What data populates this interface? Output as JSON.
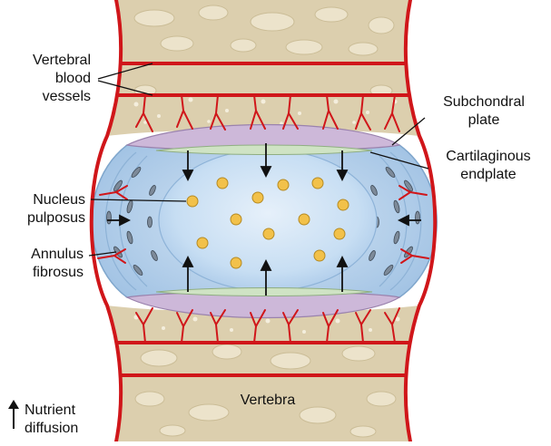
{
  "labels": {
    "vessels": [
      "Vertebral",
      "blood",
      "vessels"
    ],
    "subchondral": [
      "Subchondral",
      "plate"
    ],
    "cartilaginous": [
      "Cartilaginous",
      "endplate"
    ],
    "nucleus": [
      "Nucleus",
      "pulposus"
    ],
    "annulus": [
      "Annulus",
      "fibrosus"
    ],
    "vertebra": "Vertebra",
    "legend": [
      "Nutrient",
      "diffusion"
    ]
  },
  "colors": {
    "bone": "#dccfae",
    "bone_light": "#ece3cb",
    "vessel": "#d0161a",
    "annulus": "#b9d4ee",
    "nucleus": "#c7def3",
    "subchondral": "#cdb8d9",
    "cartilage": "#cfe3c4",
    "dot": "#f2c14a"
  }
}
